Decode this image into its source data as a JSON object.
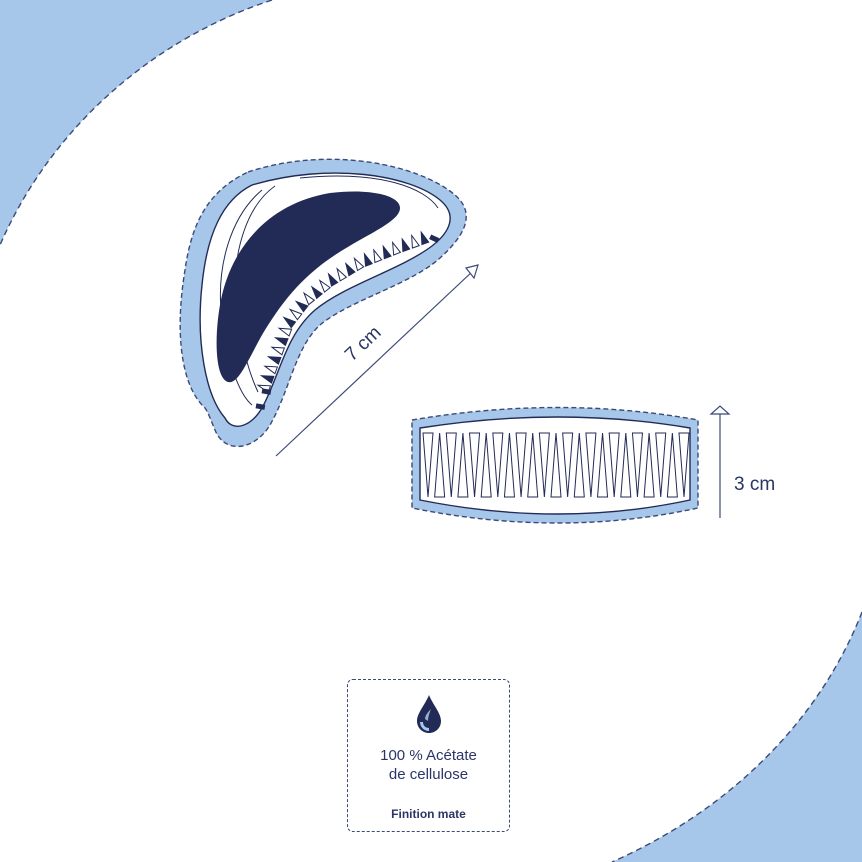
{
  "colors": {
    "light_blue": "#a6c7ea",
    "navy": "#222b55",
    "line": "#3b4a78",
    "white": "#ffffff"
  },
  "dimensions": {
    "length_label": "7 cm",
    "height_label": "3 cm"
  },
  "info_card": {
    "icon": "water-drop-icon",
    "material": "100 % Acétate\nde cellulose",
    "finish": "Finition mate"
  }
}
